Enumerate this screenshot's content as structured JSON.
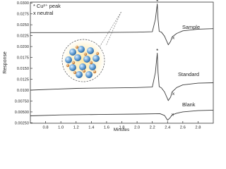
{
  "chart_data": {
    "type": "line",
    "xlabel": "Minutes",
    "ylabel": "Response",
    "xlim": [
      0.6,
      3.0
    ],
    "ylim": [
      0.0024,
      0.0302
    ],
    "x_ticks": [
      "0.8",
      "1.0",
      "1.2",
      "1.4",
      "1.6",
      "1.8",
      "2.0",
      "2.2",
      "2.4",
      "2.6",
      "2.8"
    ],
    "x_tick_values": [
      0.8,
      1.0,
      1.2,
      1.4,
      1.6,
      1.8,
      2.0,
      2.2,
      2.4,
      2.6,
      2.8
    ],
    "y_ticks": [
      "0.00250",
      "0.00500",
      "0.00750",
      "0.0100",
      "0.0125",
      "0.0150",
      "0.0175",
      "0.0200",
      "0.0225",
      "0.0250",
      "0.0275",
      "0.0300"
    ],
    "y_tick_values": [
      0.0025,
      0.005,
      0.0075,
      0.01,
      0.0125,
      0.015,
      0.0175,
      0.02,
      0.0225,
      0.025,
      0.0275,
      0.03
    ],
    "legend": {
      "star_label": "* Cu²⁺ peak",
      "x_label": "x neutral",
      "position": "top-left"
    },
    "series": [
      {
        "name": "Sample",
        "x": [
          0.6,
          1.4,
          2.0,
          2.2,
          2.24,
          2.265,
          2.275,
          2.29,
          2.32,
          2.36,
          2.41,
          2.44,
          2.46,
          2.52,
          2.6,
          2.8,
          3.0
        ],
        "y": [
          0.0232,
          0.0232,
          0.0233,
          0.0234,
          0.0262,
          0.0298,
          0.0262,
          0.0235,
          0.0233,
          0.0224,
          0.0204,
          0.0212,
          0.0222,
          0.023,
          0.0236,
          0.024,
          0.0241
        ]
      },
      {
        "name": "Standard",
        "x": [
          0.6,
          0.9,
          1.2,
          1.6,
          2.0,
          2.2,
          2.24,
          2.265,
          2.275,
          2.29,
          2.32,
          2.36,
          2.41,
          2.44,
          2.46,
          2.52,
          2.6,
          2.8,
          3.0
        ],
        "y": [
          0.01,
          0.0102,
          0.0104,
          0.0105,
          0.0106,
          0.0107,
          0.014,
          0.0185,
          0.014,
          0.0108,
          0.0105,
          0.0096,
          0.0076,
          0.0084,
          0.0096,
          0.0106,
          0.0112,
          0.0116,
          0.0117
        ]
      },
      {
        "name": "Blank",
        "x": [
          0.6,
          1.0,
          1.5,
          2.0,
          2.3,
          2.36,
          2.4,
          2.43,
          2.46,
          2.52,
          2.6,
          2.8,
          3.0
        ],
        "y": [
          0.0041,
          0.0043,
          0.0044,
          0.0045,
          0.0046,
          0.0042,
          0.0031,
          0.0036,
          0.0043,
          0.0047,
          0.005,
          0.0053,
          0.0054
        ]
      }
    ],
    "markers": {
      "star_symbol": "*",
      "x_symbol": "x",
      "stars": [
        {
          "x": 2.265,
          "y": 0.0298
        },
        {
          "x": 2.265,
          "y": 0.0185
        }
      ],
      "crosses": [
        {
          "x": 2.44,
          "y": 0.0212
        },
        {
          "x": 2.44,
          "y": 0.0084
        },
        {
          "x": 2.43,
          "y": 0.0036
        }
      ]
    },
    "series_labels": [
      "Sample",
      "Standard",
      "Blank"
    ],
    "colors": {
      "line": "#3a3a3a",
      "axis": "#333333",
      "cluster_particle": "#6fa8dc",
      "cluster_ion": "#c97c2b",
      "cluster_glow": "#ffe9a8"
    }
  }
}
